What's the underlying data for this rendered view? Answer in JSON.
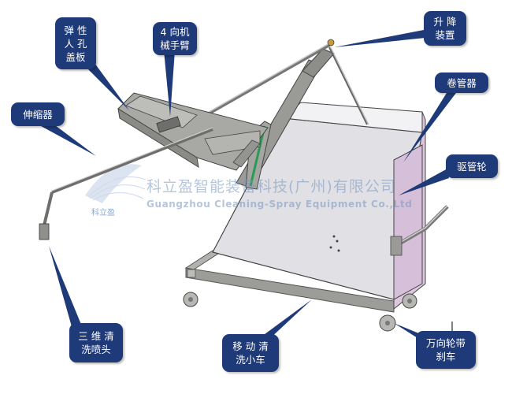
{
  "labels": {
    "elastic_manhole_cover": "弹 性\n人 孔\n盖板",
    "robot_arm": "4 向机\n械手臂",
    "lifting_device": "升 降\n装置",
    "hose_reel": "卷管器",
    "telescoper": "伸缩器",
    "hose_drive_wheel": "驱管轮",
    "spray_head_3d": "三 维 清\n洗喷头",
    "mobile_cart": "移 动 清\n洗小车",
    "caster_brake": "万向轮带\n刹车"
  },
  "watermark": {
    "company_cn": "科立盈智能装备科技(广州)有限公司",
    "company_en": "Guangzhou Cleaning-Spray Equipment Co.,Ltd",
    "logo_text": "科立盈"
  },
  "colors": {
    "label_bg": "#1f3a78",
    "label_text": "#ffffff",
    "cabinet_face": "#e2e2e6",
    "cabinet_side": "#dcc8de",
    "metal": "#9a9a98",
    "accent_green": "#2a9a55"
  }
}
